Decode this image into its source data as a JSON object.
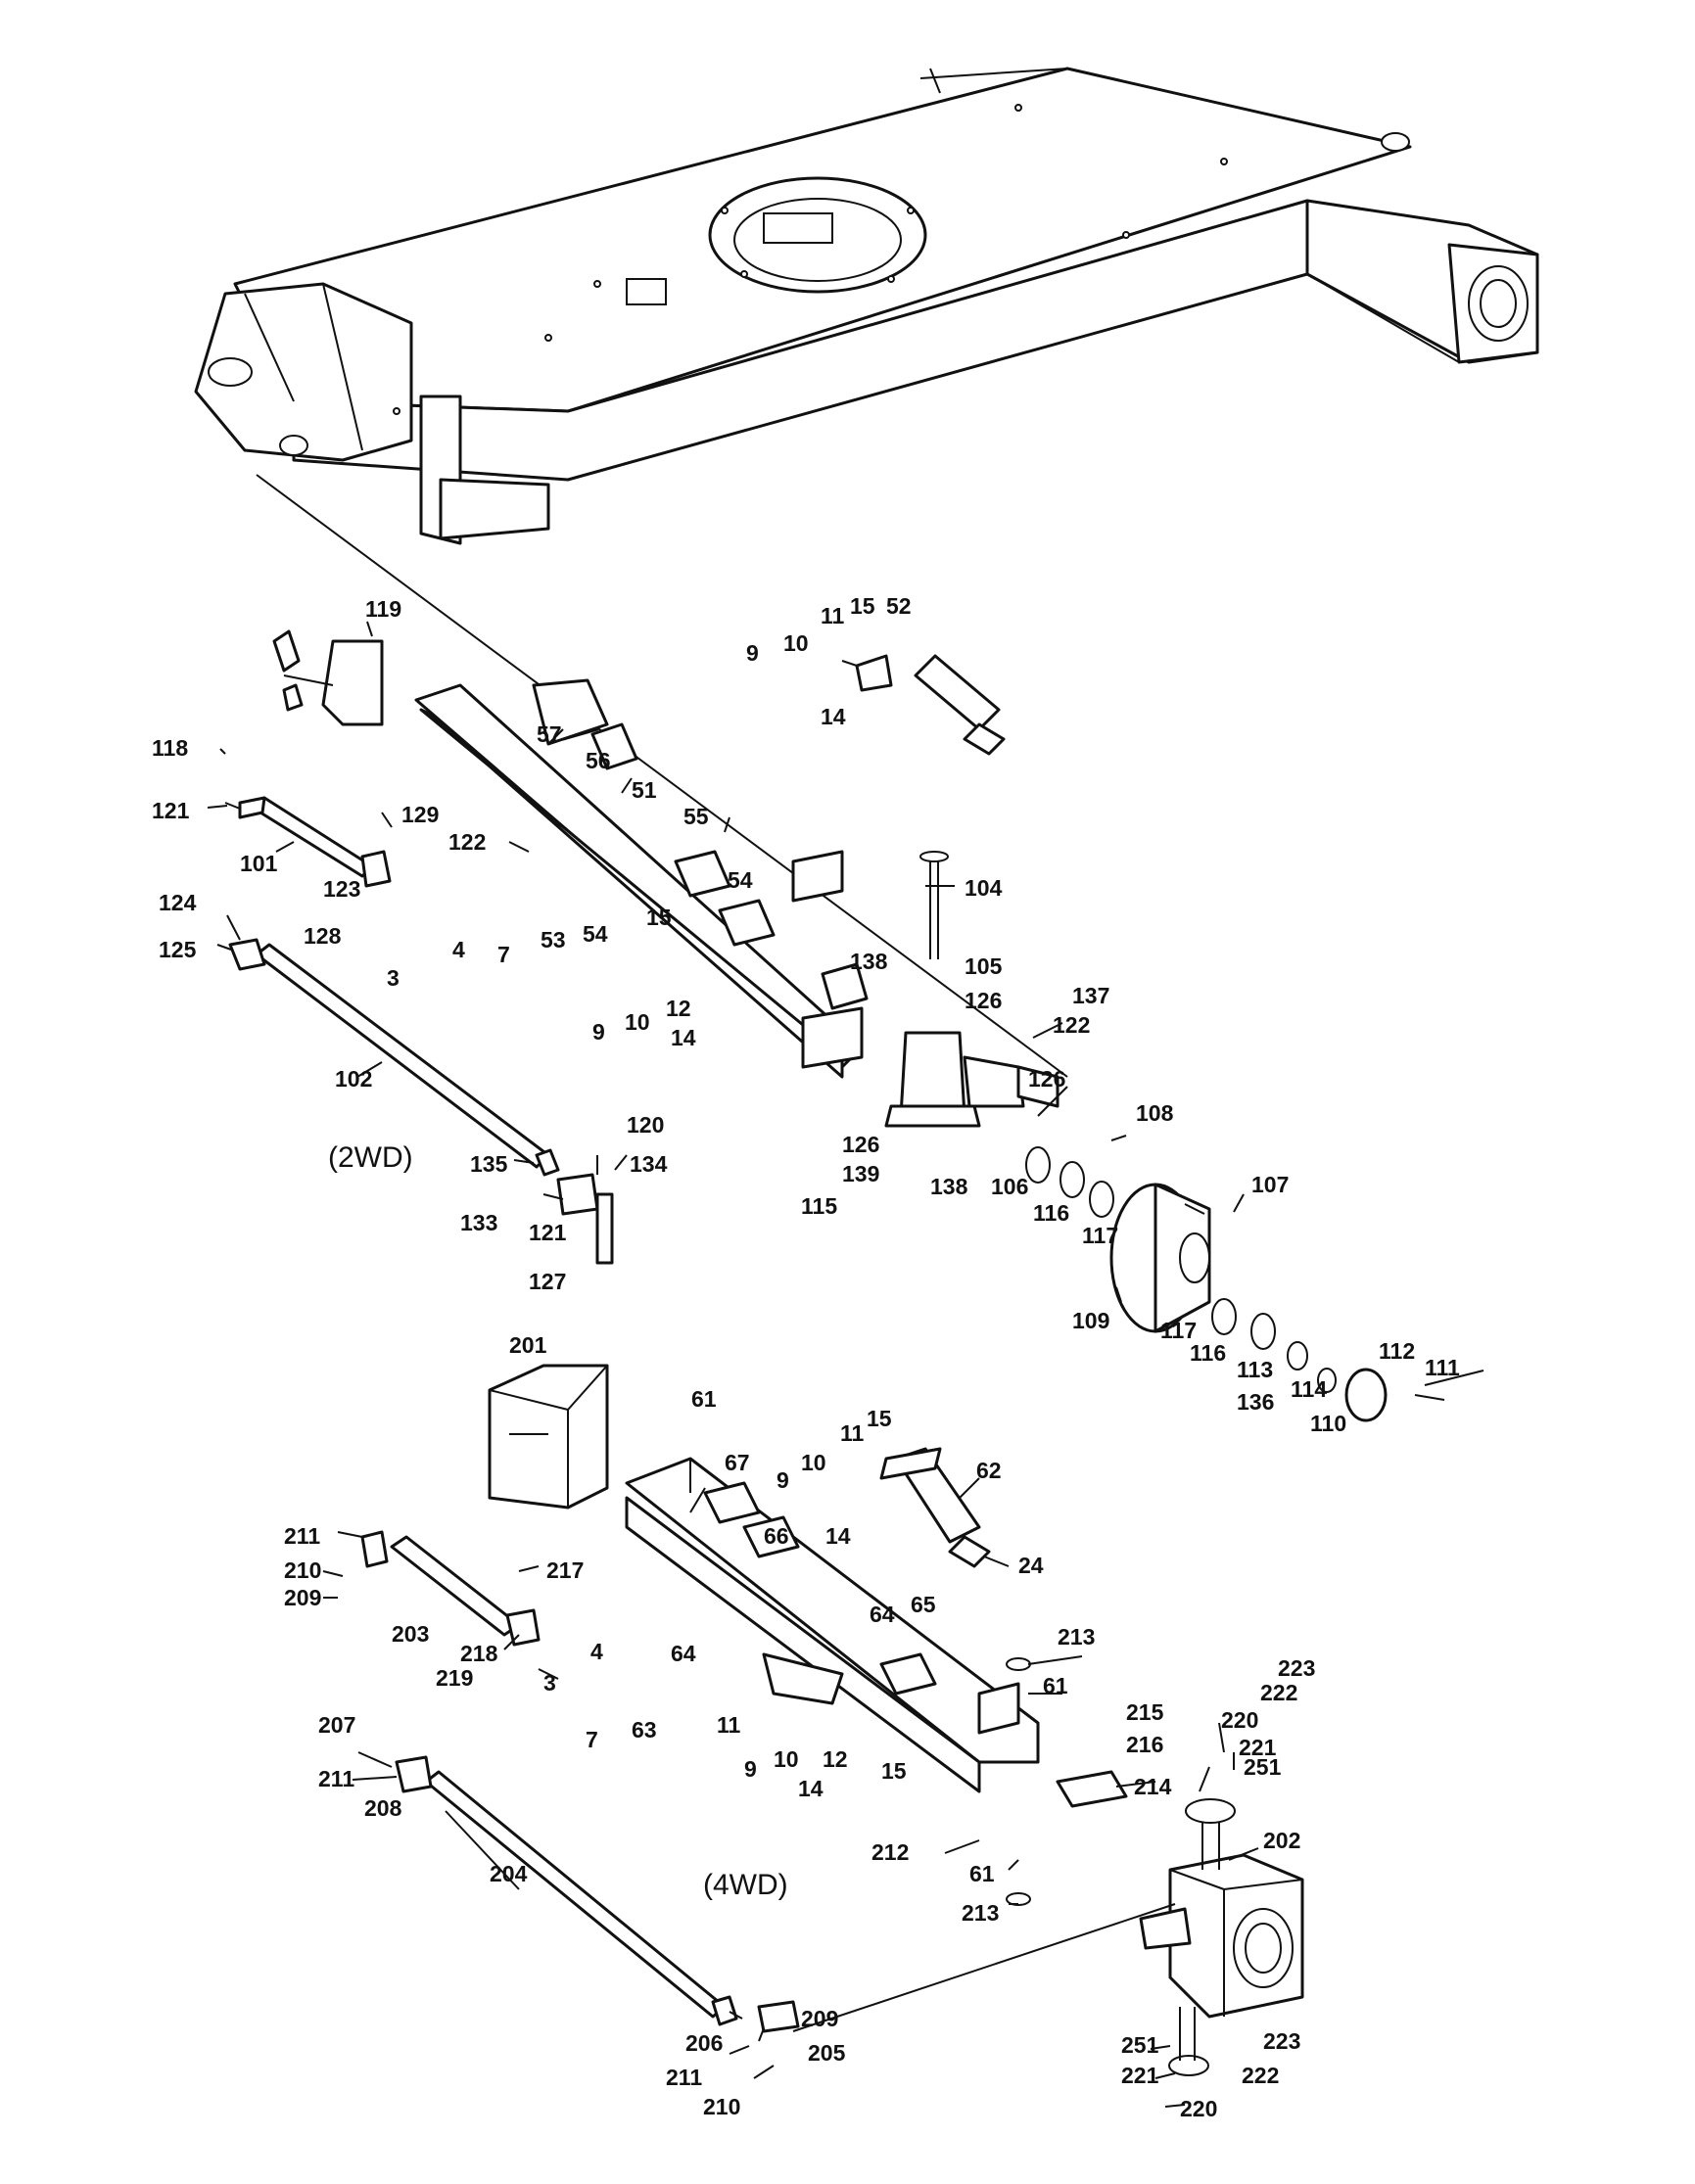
{
  "captions": {
    "two_wd": "(2WD)",
    "four_wd": "(4WD)"
  },
  "labels": {
    "l119": "119",
    "l118": "118",
    "l121a": "121",
    "l129": "129",
    "l101": "101",
    "l122a": "122",
    "l57": "57",
    "l56": "56",
    "l51": "51",
    "l55": "55",
    "l54a": "54",
    "l123": "123",
    "l128": "128",
    "l3a": "3",
    "l4a": "4",
    "l7a": "7",
    "l53": "53",
    "l54b": "54",
    "l124": "124",
    "l125": "125",
    "l15a": "15",
    "l9a": "9",
    "l10a": "10",
    "l14a": "14",
    "l12a": "12",
    "l102": "102",
    "l9b": "9",
    "l10b": "10",
    "l11a": "11",
    "l15b": "15",
    "l52": "52",
    "l14b": "14",
    "l104": "104",
    "l138a": "138",
    "l105": "105",
    "l126a": "126",
    "l137": "137",
    "l122b": "122",
    "l126b": "126",
    "l108": "108",
    "l126c": "126",
    "l139": "139",
    "l138b": "138",
    "l115": "115",
    "l106": "106",
    "l116a": "116",
    "l117a": "117",
    "l107": "107",
    "l120": "120",
    "l134": "134",
    "l135": "135",
    "l133": "133",
    "l121b": "121",
    "l127": "127",
    "l109": "109",
    "l117b": "117",
    "l116b": "116",
    "l113": "113",
    "l112": "112",
    "l111": "111",
    "l136": "136",
    "l114": "114",
    "l110": "110",
    "l201": "201",
    "l61a": "61",
    "l67": "67",
    "l11b": "11",
    "l15c": "15",
    "l62": "62",
    "l9c": "9",
    "l10c": "10",
    "l66": "66",
    "l14c": "14",
    "l24": "24",
    "l211a": "211",
    "l210a": "210",
    "l209a": "209",
    "l217": "217",
    "l203": "203",
    "l64a": "64",
    "l65": "65",
    "l213a": "213",
    "l218": "218",
    "l219": "219",
    "l3b": "3",
    "l4b": "4",
    "l64b": "64",
    "l61b": "61",
    "l11c": "11",
    "l223a": "223",
    "l222a": "222",
    "l215": "215",
    "l220a": "220",
    "l216": "216",
    "l221a": "221",
    "l7b": "7",
    "l63": "63",
    "l9d": "9",
    "l10d": "10",
    "l12b": "12",
    "l14d": "14",
    "l15d": "15",
    "l251a": "251",
    "l214": "214",
    "l207": "207",
    "l211b": "211",
    "l208": "208",
    "l212": "212",
    "l61c": "61",
    "l202": "202",
    "l213b": "213",
    "l204": "204",
    "l209b": "209",
    "l206": "206",
    "l205": "205",
    "l211c": "211",
    "l210b": "210",
    "l251b": "251",
    "l223b": "223",
    "l221b": "221",
    "l222b": "222",
    "l220b": "220"
  }
}
